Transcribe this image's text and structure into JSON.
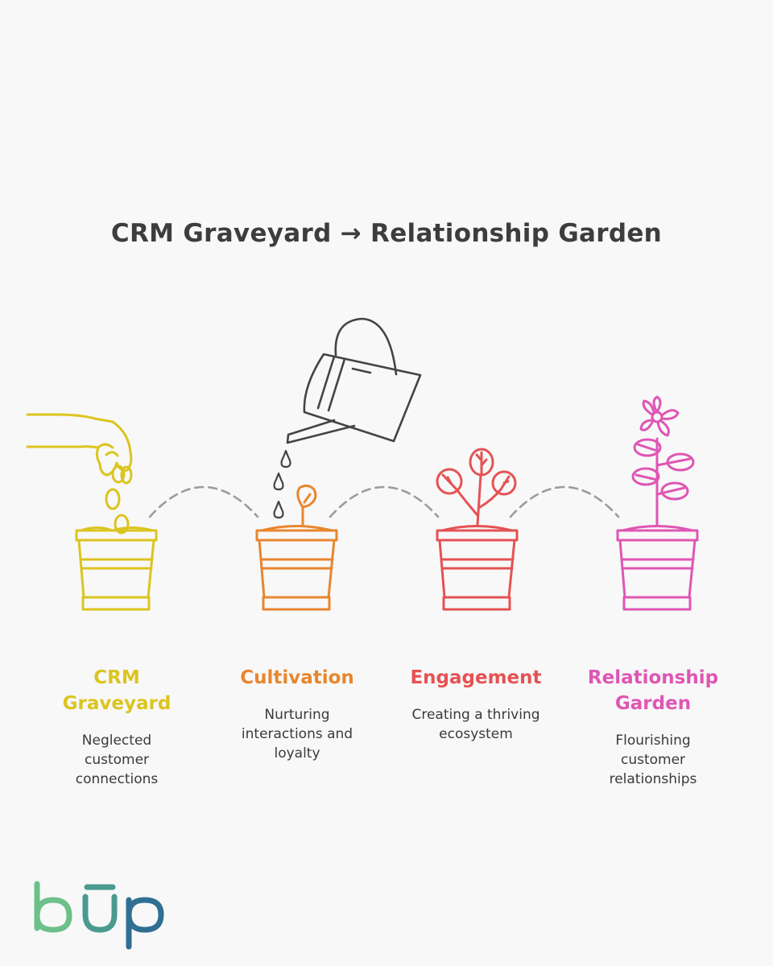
{
  "title": "CRM Graveyard → Relationship Garden",
  "stages": [
    {
      "name": "CRM Graveyard",
      "description": "Neglected customer connections",
      "color": "#dcc41f"
    },
    {
      "name": "Cultivation",
      "description": "Nurturing interactions and loyalty",
      "color": "#e8862e"
    },
    {
      "name": "Engagement",
      "description": "Creating a thriving ecosystem",
      "color": "#e55254"
    },
    {
      "name": "Relationship Garden",
      "description": "Flourishing customer relationships",
      "color": "#df56b4"
    }
  ],
  "connector_color": "#9c9c9c",
  "watering_can_color": "#444444",
  "logo": {
    "text": "bup",
    "colors": [
      "#6cc089",
      "#2f6f93"
    ]
  }
}
